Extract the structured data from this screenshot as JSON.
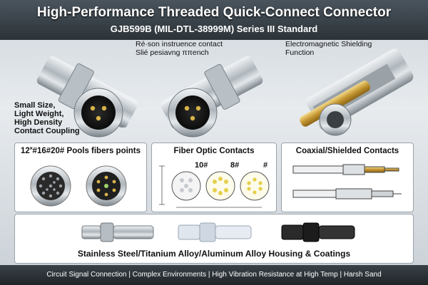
{
  "header": {
    "title": "High-Performance Threaded Quick-Connect Connector",
    "subtitle": "GJB599B (MIL-DTL-38999M) Series III Standard"
  },
  "captions": {
    "left": [
      "Small Size,",
      "Light Weight,",
      "High Density",
      "Contact Coupling"
    ],
    "middle": [
      "Ré·son instruence contact",
      "Slié pesiavng ππench"
    ],
    "right": [
      "Electromagnetic Shielding",
      "Function"
    ]
  },
  "panels": {
    "pins_title": "12˟#16#20# Pools fibers points",
    "fiber_title": "Fiber Optic Contacts",
    "fiber_labels": [
      "10#",
      "8#",
      "#"
    ],
    "coax_title": "Coaxial/Shielded Contacts"
  },
  "housing": {
    "title": "Stainless Steel/Titanium Alloy/Aluminum Alloy Housing & Coatings"
  },
  "footer": {
    "text": "Circuit Signal Connection | Complex Environments  |  High Vibration Resistance at High Temp | Harsh Sand"
  },
  "colors": {
    "header_bg": "#2c3338",
    "metal": "#c3c9ce",
    "gold": "#c9a13a",
    "black_housing": "#1c1c1c"
  }
}
